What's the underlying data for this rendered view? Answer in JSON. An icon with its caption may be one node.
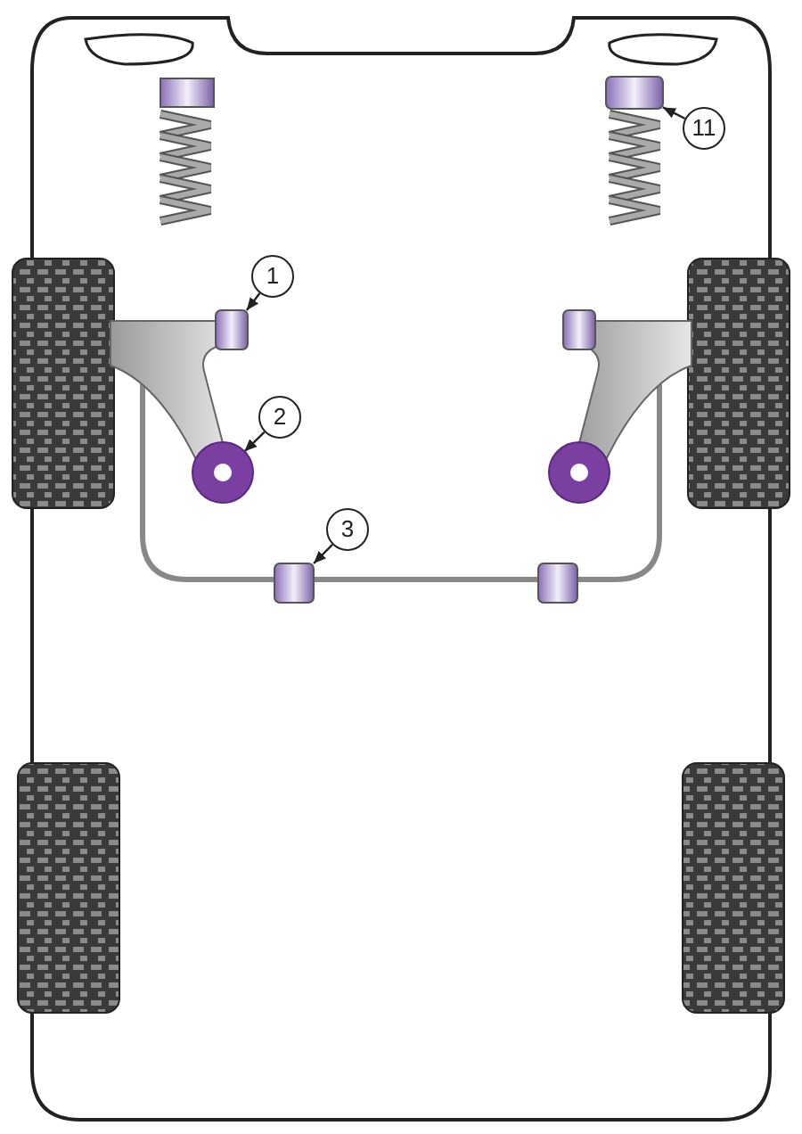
{
  "diagram": {
    "nodes": [
      {
        "text": [
          "11"
        ]
      },
      {
        "text": [],
        "shape": "box"
      },
      {
        "text": [
          "1"
        ]
      },
      {
        "text": [],
        "shape": "box"
      },
      {
        "text": [
          "2"
        ]
      },
      {
        "text": [],
        "shape": "circle"
      },
      {
        "text": [
          "3"
        ]
      },
      {
        "text": [],
        "shape": "box"
      }
    ],
    "edges": [
      {
        "from": 0,
        "to": 1,
        "arrow": "to"
      },
      {
        "from": 2,
        "to": 3,
        "arrow": "to"
      },
      {
        "from": 4,
        "to": 5,
        "arrow": "to"
      },
      {
        "from": 6,
        "to": 7,
        "arrow": "to"
      }
    ]
  }
}
